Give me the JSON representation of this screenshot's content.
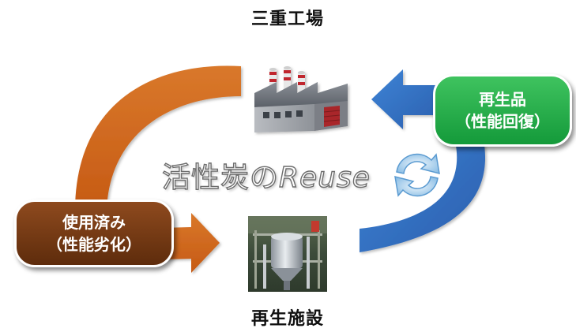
{
  "nodes": {
    "factory_label": "三重工場",
    "facility_label": "再生施設"
  },
  "badges": {
    "regenerated_line1": "再生品",
    "regenerated_line2": "（性能回復）",
    "used_line1": "使用済み",
    "used_line2": "（性能劣化）"
  },
  "center": {
    "title_jp": "活性炭の",
    "title_latin": "Reuse"
  },
  "colors": {
    "orange_arrow": "#d2691e",
    "blue_arrow": "#2f6fc0",
    "green_badge": "#1fa847",
    "brown_badge": "#6b3412"
  }
}
